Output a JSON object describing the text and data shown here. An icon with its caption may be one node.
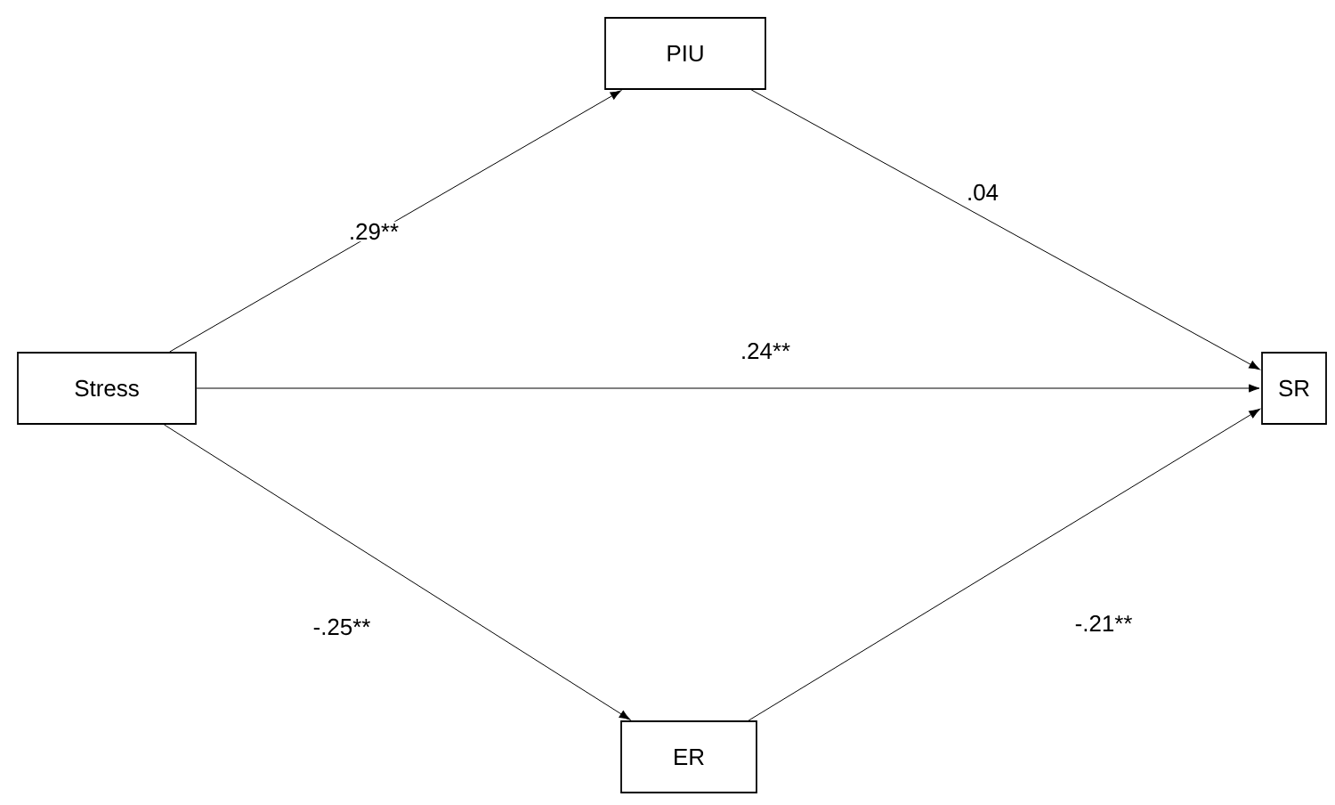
{
  "diagram": {
    "nodes": [
      {
        "text": [
          "Stress"
        ]
      },
      {
        "text": [
          "PIU"
        ]
      },
      {
        "text": [
          "SR"
        ]
      },
      {
        "text": [
          "ER"
        ]
      }
    ],
    "edges": [
      {
        "from": 0,
        "to": 1,
        "arrow": "to",
        "label": ".29**"
      },
      {
        "from": 1,
        "to": 2,
        "arrow": "to",
        "label": ".04"
      },
      {
        "from": 0,
        "to": 2,
        "arrow": "to",
        "label": ".24**"
      },
      {
        "from": 0,
        "to": 3,
        "arrow": "to",
        "label": "-.25**"
      },
      {
        "from": 3,
        "to": 2,
        "arrow": "to",
        "label": "-.21**"
      }
    ]
  }
}
